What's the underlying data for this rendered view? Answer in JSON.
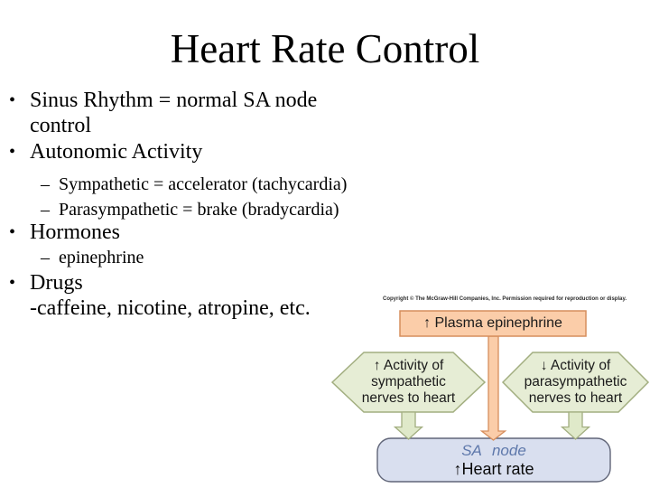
{
  "title": "Heart Rate Control",
  "markers": {
    "bullet": "•",
    "dash": "–"
  },
  "bullets": {
    "b1": "Sinus Rhythm = normal SA node\ncontrol",
    "b2": "Autonomic Activity",
    "b2_sub1": "Sympathetic = accelerator (tachycardia)",
    "b2_sub2": "Parasympathetic = brake (bradycardia)",
    "b3": "Hormones",
    "b3_sub1": "epinephrine",
    "b4": "Drugs\n-caffeine, nicotine, atropine, etc.",
    "b4_line1": "Drugs",
    "b4_line2": "-caffeine, nicotine, atropine, etc."
  },
  "diagram": {
    "copyright": "Copyright © The McGraw-Hill Companies, Inc. Permission required for reproduction or display.",
    "plasma_label": "↑ Plasma epinephrine",
    "left_hex_label": "↑ Activity of\nsympathetic\nnerves to heart",
    "right_hex_label": "↓ Activity of\nparasympathetic\nnerves to heart",
    "sa_node_label": "SA node",
    "heart_rate_label": "↑Heart rate",
    "colors": {
      "orange_fill": "#FBCDA9",
      "orange_stroke": "#D68E5D",
      "green_fill": "#E6EDD5",
      "green_arrow_fill": "#DFE9C9",
      "green_stroke": "#A2AE80",
      "blue_fill": "#D9DFEF",
      "blue_stroke": "#606578",
      "sa_text_color": "#5E78AB"
    }
  }
}
